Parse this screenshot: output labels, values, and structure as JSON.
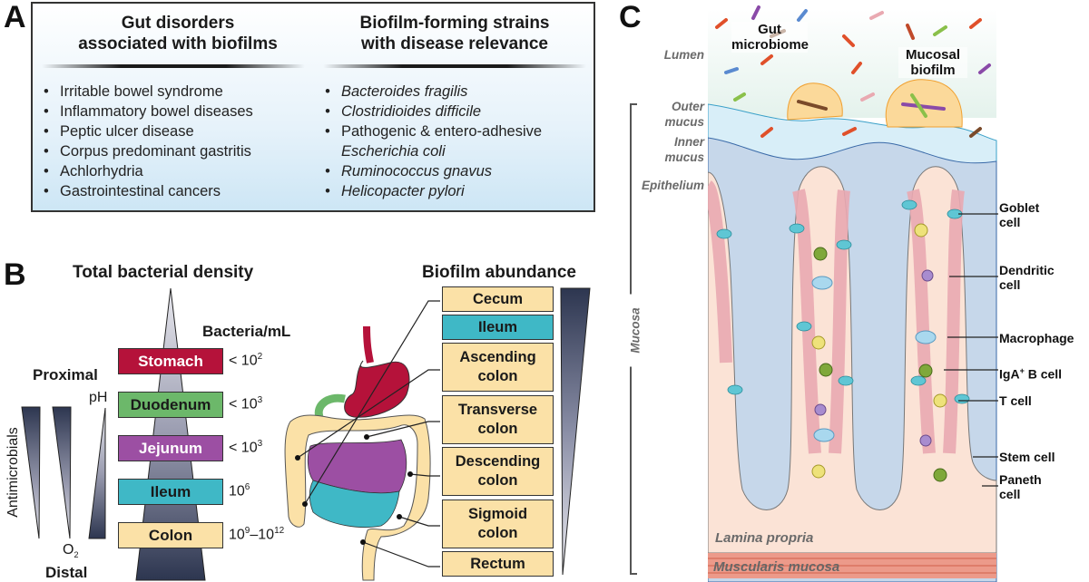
{
  "panels": {
    "a": {
      "letter": "A"
    },
    "b": {
      "letter": "B"
    },
    "c": {
      "letter": "C"
    }
  },
  "panel_a": {
    "left_heading": [
      "Gut disorders",
      "associated with biofilms"
    ],
    "right_heading": [
      "Biofilm-forming strains",
      "with disease relevance"
    ],
    "disorders": [
      "Irritable bowel syndrome",
      "Inflammatory bowel diseases",
      "Peptic ulcer disease",
      "Corpus predominant gastritis",
      "Achlorhydria",
      "Gastrointestinal cancers"
    ],
    "strains": [
      {
        "text": "Bacteroides fragilis",
        "italic": true
      },
      {
        "text": "Clostridioides difficile",
        "italic": true
      },
      {
        "text": "Pathogenic & entero-adhesive",
        "italic": false
      },
      {
        "text": "Escherichia coli",
        "italic": true,
        "continuation": true
      },
      {
        "text": "Ruminococcus gnavus",
        "italic": true
      },
      {
        "text": "Helicopacter pylori",
        "italic": true
      }
    ]
  },
  "panel_b": {
    "density_title": "Total bacterial density",
    "density_unit": "Bacteria/mL",
    "organs": [
      {
        "name": "Stomach",
        "density": "< 10",
        "exp": "2",
        "color": "#b5123a",
        "text_color": "#ffffff"
      },
      {
        "name": "Duodenum",
        "density": "< 10",
        "exp": "3",
        "color": "#6cb86a",
        "text_color": "#1a1a1a"
      },
      {
        "name": "Jejunum",
        "density": "< 10",
        "exp": "3",
        "color": "#9c4fa3",
        "text_color": "#ffffff"
      },
      {
        "name": "Ileum",
        "density": "10",
        "exp": "6",
        "color": "#3fb8c6",
        "text_color": "#1a1a1a"
      },
      {
        "name": "Colon",
        "density": "10",
        "exp": "9",
        "density2": "–10",
        "exp2": "12",
        "color": "#fbe1a7",
        "text_color": "#1a1a1a"
      }
    ],
    "gradient_labels": {
      "proximal": "Proximal",
      "distal": "Distal",
      "antimicrobials": "Antimicrobials",
      "o2": "O",
      "o2_sub": "2",
      "ph": "pH"
    },
    "biofilm_title": "Biofilm abundance",
    "regions": [
      {
        "name": "Cecum",
        "color": "#fbe1a7"
      },
      {
        "name": "Ileum",
        "color": "#3fb8c6"
      },
      {
        "name": "Ascending colon",
        "color": "#fbe1a7"
      },
      {
        "name": "Transverse colon",
        "color": "#fbe1a7"
      },
      {
        "name": "Descending colon",
        "color": "#fbe1a7"
      },
      {
        "name": "Sigmoid colon",
        "color": "#fbe1a7"
      },
      {
        "name": "Rectum",
        "color": "#fbe1a7"
      }
    ]
  },
  "panel_c": {
    "layers": {
      "lumen": "Lumen",
      "outer_mucus": [
        "Outer",
        "mucus"
      ],
      "inner_mucus": [
        "Inner",
        "mucus"
      ],
      "epithelium": "Epithelium",
      "mucosa": "Mucosa",
      "lamina_propria": "Lamina propria",
      "muscularis": "Muscularis mucosa"
    },
    "callouts": {
      "gut_microbiome": [
        "Gut",
        "microbiome"
      ],
      "mucosal_biofilm": [
        "Mucosal",
        "biofilm"
      ]
    },
    "cells": [
      {
        "label": [
          "Goblet",
          "cell"
        ]
      },
      {
        "label": [
          "Dendritic",
          "cell"
        ]
      },
      {
        "label": [
          "Macrophage"
        ]
      },
      {
        "label": [
          "IgA",
          "+",
          " B cell"
        ]
      },
      {
        "label": [
          "T cell"
        ]
      },
      {
        "label": [
          "Stem cell"
        ]
      },
      {
        "label": [
          "Paneth",
          "cell"
        ]
      }
    ],
    "colors": {
      "lumen_bg": "#eef7f0",
      "outer_mucus": "#d8eef8",
      "inner_mucus": "#c6d7ea",
      "lamina": "#fbe3d6",
      "epithelial": "#f6c9c9",
      "goblet": "#5fc6d4",
      "muscularis": "#ec9a8a"
    }
  }
}
